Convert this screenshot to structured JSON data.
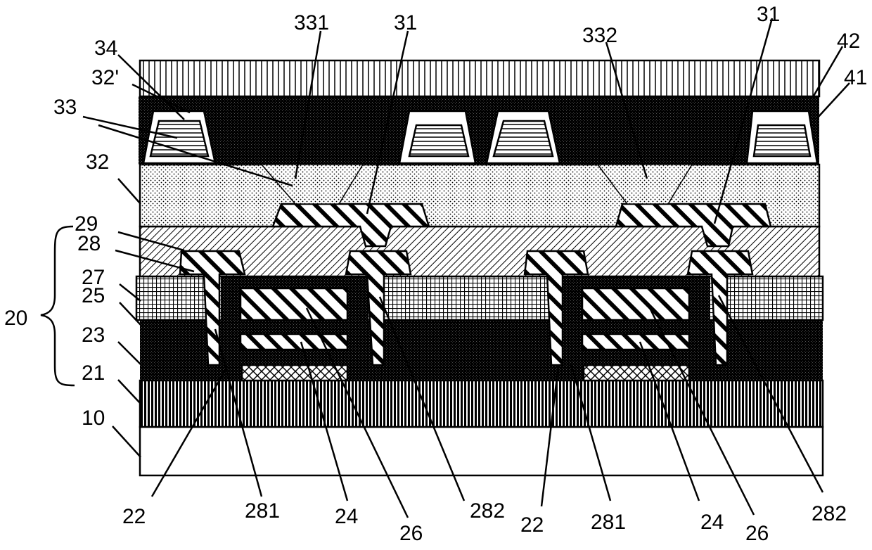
{
  "labels": {
    "l331": "331",
    "l31a": "31",
    "l332": "332",
    "l31b": "31",
    "l34": "34",
    "l32p": "32'",
    "l42": "42",
    "l41": "41",
    "l33": "33",
    "l32": "32",
    "l29": "29",
    "l28": "28",
    "l27": "27",
    "l25": "25",
    "l20": "20",
    "l23": "23",
    "l21": "21",
    "l10": "10",
    "b22a": "22",
    "b281a": "281",
    "b24a": "24",
    "b26a": "26",
    "b282a": "282",
    "b22b": "22",
    "b281b": "281",
    "b24b": "24",
    "b26b": "26",
    "b282b": "282"
  }
}
